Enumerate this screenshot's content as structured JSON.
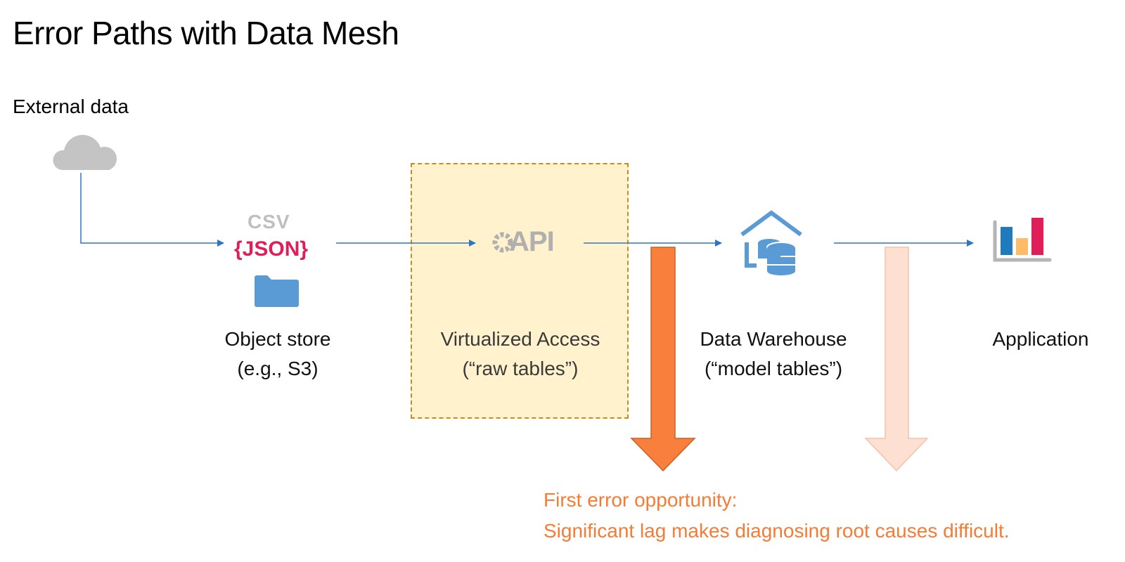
{
  "title": "Error Paths with Data Mesh",
  "external": {
    "label": "External data",
    "icon": "cloud-icon"
  },
  "nodes": [
    {
      "id": "object-store",
      "line1": "Object store",
      "line2": "(e.g., S3)",
      "icon": "folder-icon",
      "icon_text_top": "CSV",
      "icon_text_bottom": "{JSON}"
    },
    {
      "id": "virtualized-access",
      "line1": "Virtualized Access",
      "line2": "(“raw tables”)",
      "icon": "api-gear-icon",
      "icon_text": "API"
    },
    {
      "id": "data-warehouse",
      "line1": "Data Warehouse",
      "line2": "(“model tables”)",
      "icon": "warehouse-database-icon"
    },
    {
      "id": "application",
      "line1": "Application",
      "line2": "",
      "icon": "bar-chart-icon"
    }
  ],
  "error_arrows": [
    {
      "id": "first-error-arrow",
      "emphasis": "strong",
      "color": "#f97f3c"
    },
    {
      "id": "second-error-arrow",
      "emphasis": "faded",
      "color": "#fde0d2"
    }
  ],
  "error_note": {
    "line1": "First error opportunity:",
    "line2": "Significant lag makes diagnosing root causes difficult."
  },
  "colors": {
    "flow_arrow": "#2e75c4",
    "virtualized_box_fill": "#fff2cc",
    "virtualized_box_border": "#c98e1a",
    "json_text": "#e01e5a",
    "folder_blue": "#5b9bd5",
    "error_text": "#f57c35"
  }
}
